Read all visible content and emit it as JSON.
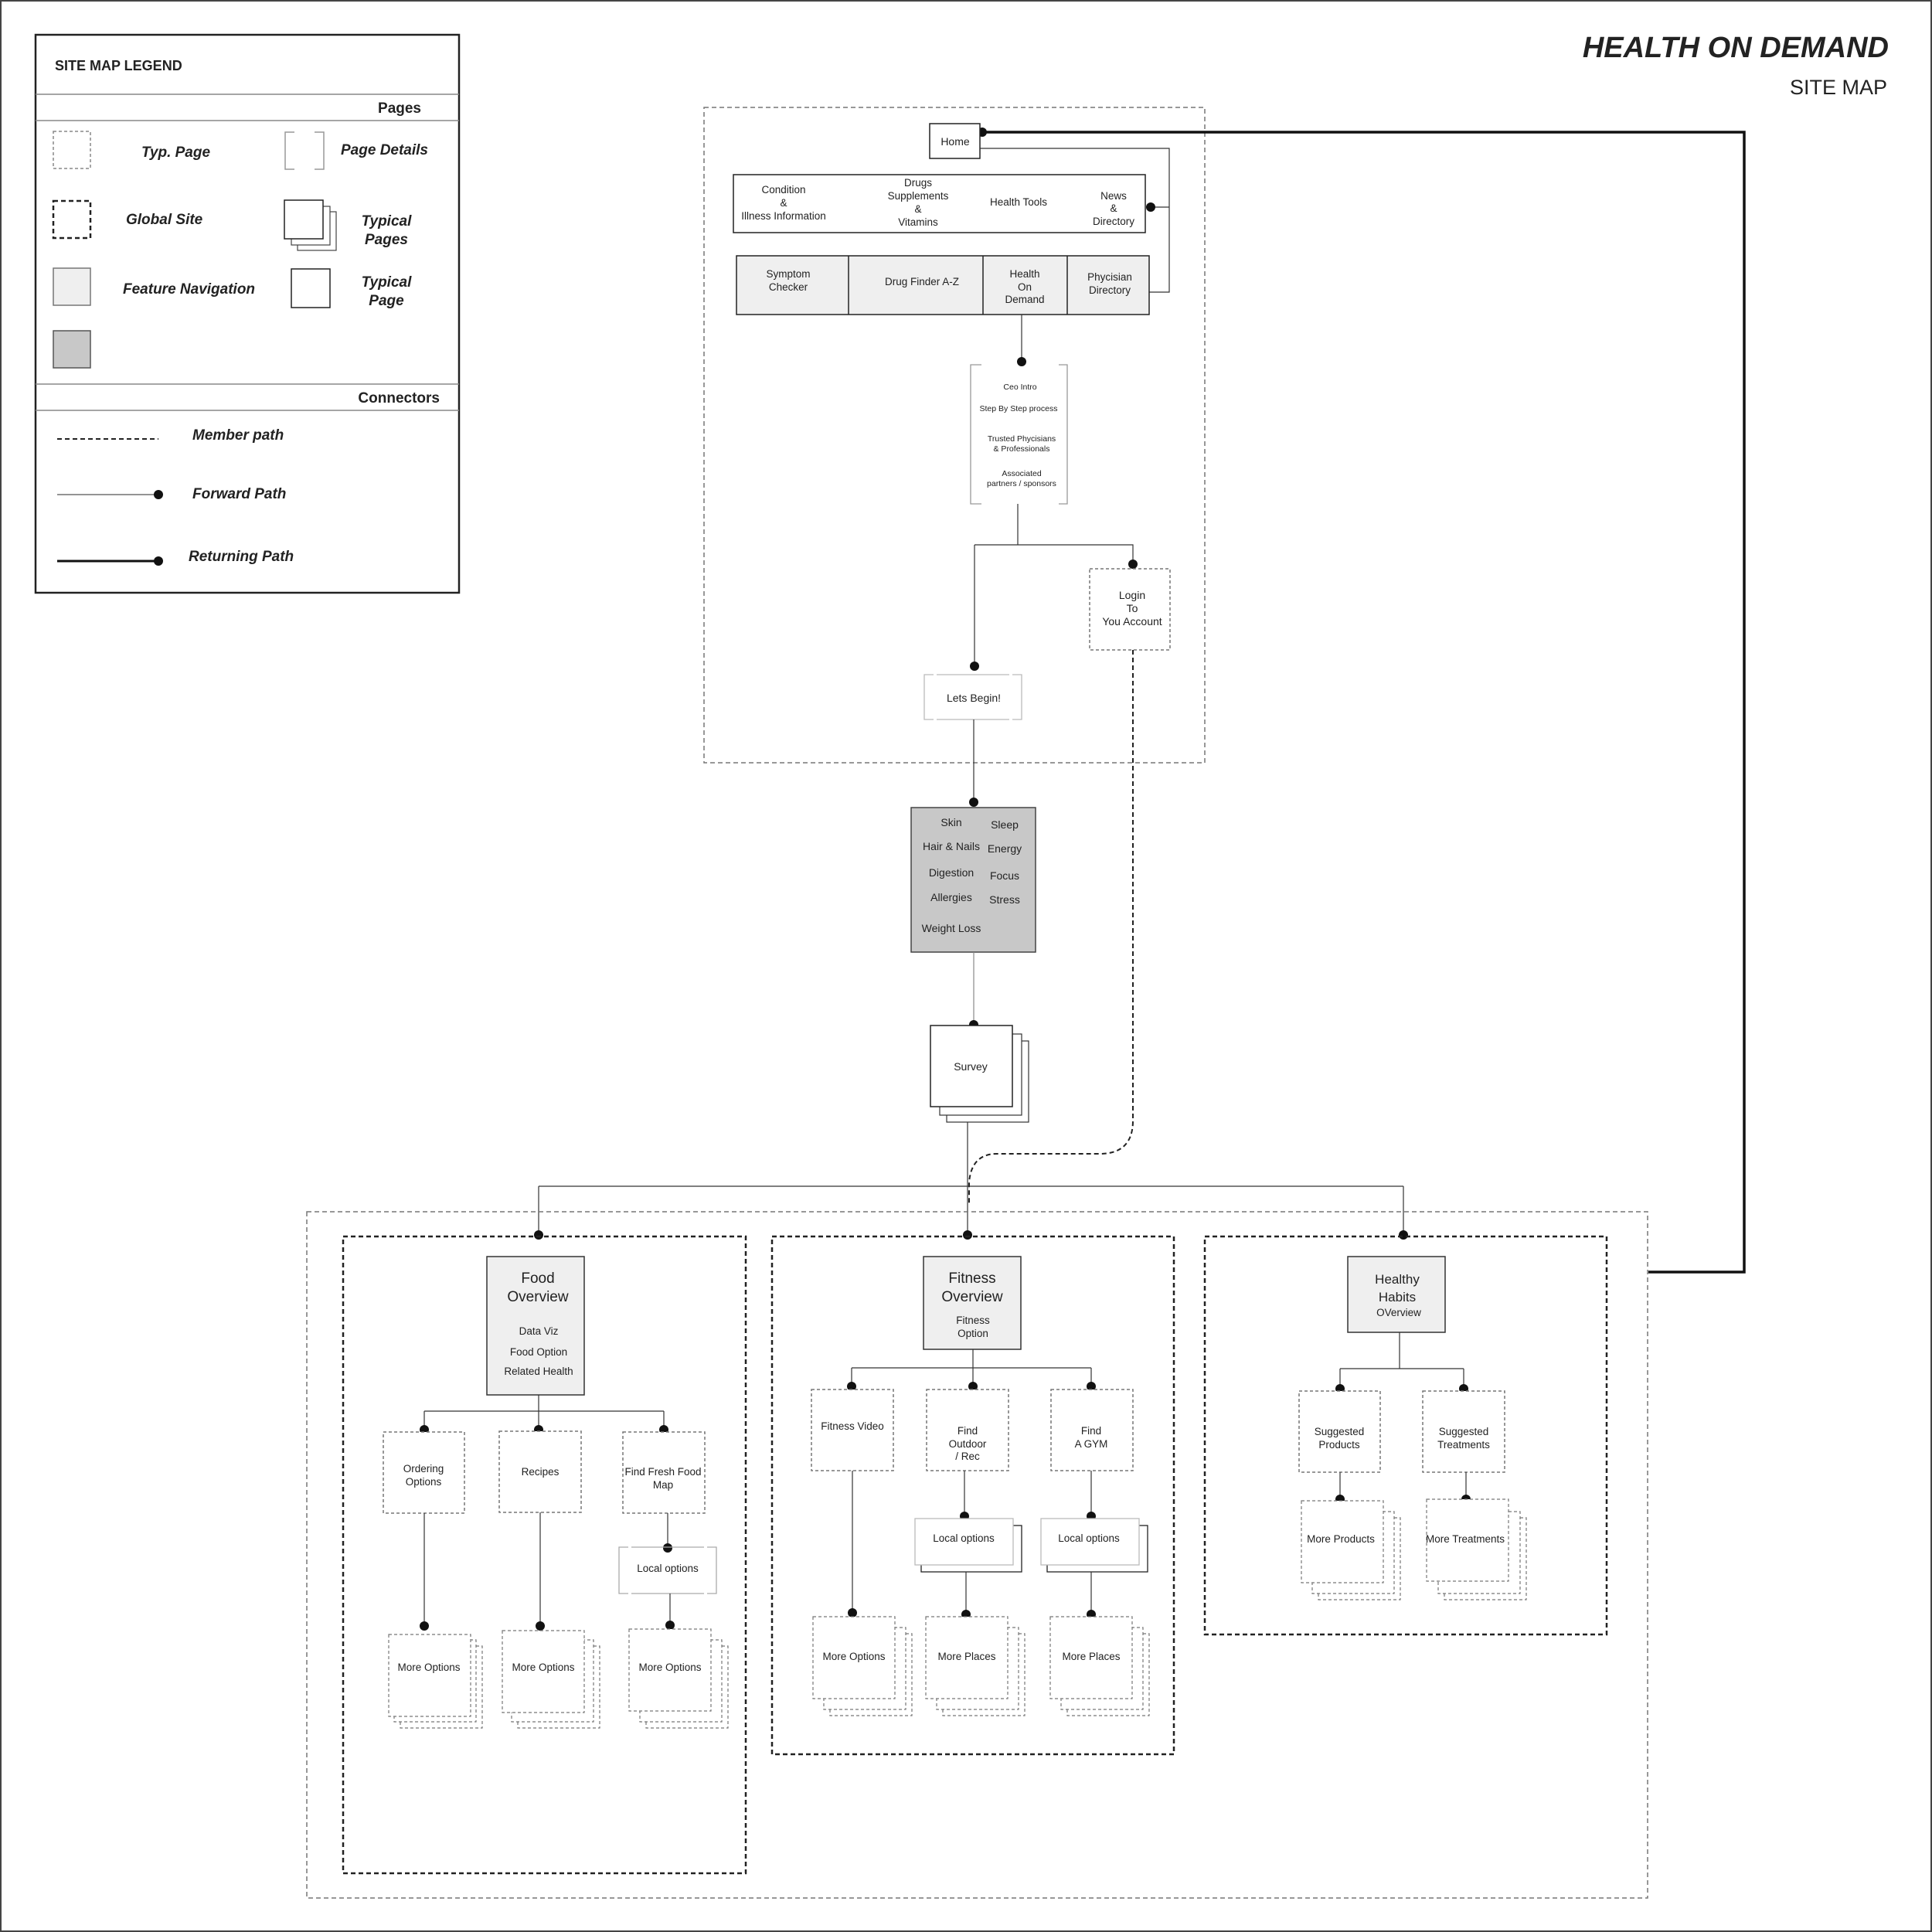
{
  "header": {
    "title": "HEALTH ON DEMAND",
    "subtitle": "SITE MAP"
  },
  "legend": {
    "title": "SITE MAP LEGEND",
    "pages_heading": "Pages",
    "typ_page": "Typ. Page",
    "page_details": "Page Details",
    "global_site": "Global Site",
    "typical_pages": [
      "Typical",
      "Pages"
    ],
    "feature_navigation": "Feature Navigation",
    "typical_page": [
      "Typical",
      "Page"
    ],
    "connectors_heading": "Connectors",
    "member_path": "Member path",
    "forward_path": "Forward Path",
    "returning_path": "Returning Path"
  },
  "home": {
    "label": "Home"
  },
  "global_nav": [
    [
      "Condition",
      "&",
      "Illness Information"
    ],
    [
      "Drugs",
      "Supplements",
      "&",
      "Vitamins"
    ],
    [
      "Health Tools"
    ],
    [
      "News",
      "&",
      "Directory"
    ]
  ],
  "feature_nav": [
    [
      "Symptom",
      "Checker"
    ],
    [
      "Drug Finder A-Z"
    ],
    [
      "Health",
      "On",
      "Demand"
    ],
    [
      "Phycisian",
      "Directory"
    ]
  ],
  "intro_page": {
    "lines": [
      "Ceo Intro",
      "Step By Step process",
      "Trusted Phycisians",
      "& Professionals",
      "Associated",
      "partners / sponsors"
    ]
  },
  "login": {
    "lines": [
      "Login",
      "To",
      "You Account"
    ]
  },
  "lets_begin": {
    "label": "Lets Begin!"
  },
  "categories": {
    "left": [
      "Skin",
      "Hair & Nails",
      "Digestion",
      "Allergies",
      "Weight Loss"
    ],
    "right": [
      "Sleep",
      "Energy",
      "Focus",
      "Stress"
    ]
  },
  "survey": {
    "label": "Survey"
  },
  "food": {
    "title": [
      "Food",
      "Overview"
    ],
    "items": [
      "Data Viz",
      "Food Option",
      "Related Health"
    ],
    "ordering": [
      "Ordering",
      "Options"
    ],
    "recipes": [
      "Recipes"
    ],
    "fresh_food": [
      "Find Fresh Food",
      "Map"
    ],
    "local_options": "Local options",
    "more_options": "More Options"
  },
  "fitness": {
    "title": [
      "Fitness",
      "Overview"
    ],
    "items": [
      "Fitness",
      "Option"
    ],
    "video": [
      "Fitness Video"
    ],
    "outdoor": [
      "Find",
      "Outdoor",
      "/ Rec"
    ],
    "gym": [
      "Find",
      "A GYM"
    ],
    "local_options": "Local options",
    "more_options": "More Options",
    "more_places": "More Places"
  },
  "habits": {
    "title": [
      "Healthy",
      "Habits",
      "OVerview"
    ],
    "products": [
      "Suggested",
      "Products"
    ],
    "treatments": [
      "Suggested",
      "Treatments"
    ],
    "more_products": "More Products",
    "more_treatments": "More Treatments"
  },
  "colors": {
    "feature_fill": "#efefef",
    "category_fill": "#c8c8c8",
    "line": "#222222",
    "dash": "#777777"
  }
}
